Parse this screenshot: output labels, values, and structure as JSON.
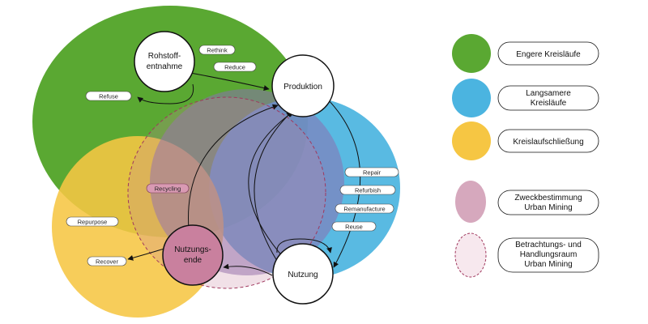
{
  "colors": {
    "green": "#5aa832",
    "blue": "#4bb4e0",
    "yellow": "#f6c643",
    "pink": "#c7859f",
    "dashed_outline": "#a0385e",
    "node_fill": "#ffffff",
    "node_stroke": "#111111"
  },
  "nodes": {
    "rohstoffentnahme": [
      "Rohstoff-",
      "entnahme"
    ],
    "produktion": [
      "Produktion"
    ],
    "nutzung": [
      "Nutzung"
    ],
    "nutzungsende": [
      "Nutzungs-",
      "ende"
    ]
  },
  "strategies": {
    "rethink": "Rethink",
    "reduce": "Reduce",
    "refuse": "Refuse",
    "repair": "Repair",
    "refurbish": "Refurbish",
    "remanufacture": "Remanufacture",
    "reuse": "Reuse",
    "recycling": "Recycling",
    "repurpose": "Repurpose",
    "recover": "Recover"
  },
  "legend": [
    {
      "label": [
        "Engere Kreisläufe"
      ],
      "swatch": "green",
      "style": "filled"
    },
    {
      "label": [
        "Langsamere",
        "Kreisläufe"
      ],
      "swatch": "blue",
      "style": "filled"
    },
    {
      "label": [
        "Kreislaufschließung"
      ],
      "swatch": "yellow",
      "style": "filled"
    },
    {
      "label": [
        "Zweckbestimmung",
        "Urban Mining"
      ],
      "swatch": "pink",
      "style": "filled-oval"
    },
    {
      "label": [
        "Betrachtungs- und",
        "Handlungsraum",
        "Urban Mining"
      ],
      "swatch": "dashed_outline",
      "style": "dashed-oval"
    }
  ]
}
